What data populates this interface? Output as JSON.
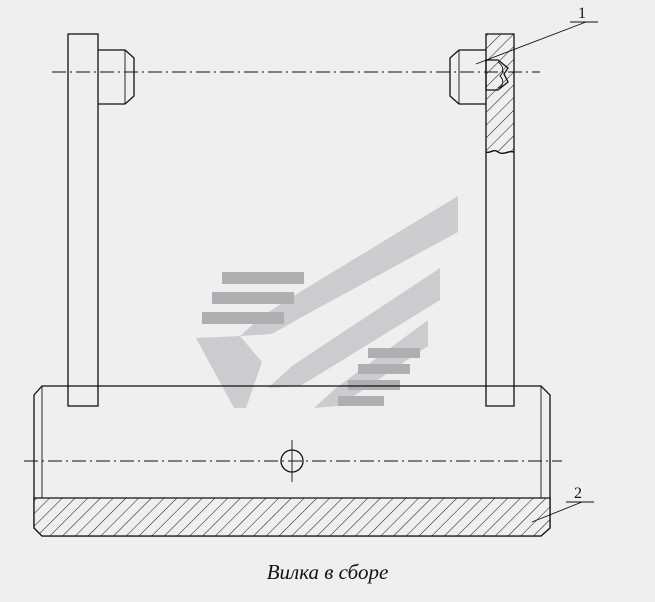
{
  "caption": "Вилка в сборе",
  "callouts": [
    {
      "id": "1",
      "label": "1"
    },
    {
      "id": "2",
      "label": "2"
    }
  ],
  "colors": {
    "background": "#efefef",
    "line": "#111111",
    "watermark": "#c9c9cb"
  }
}
